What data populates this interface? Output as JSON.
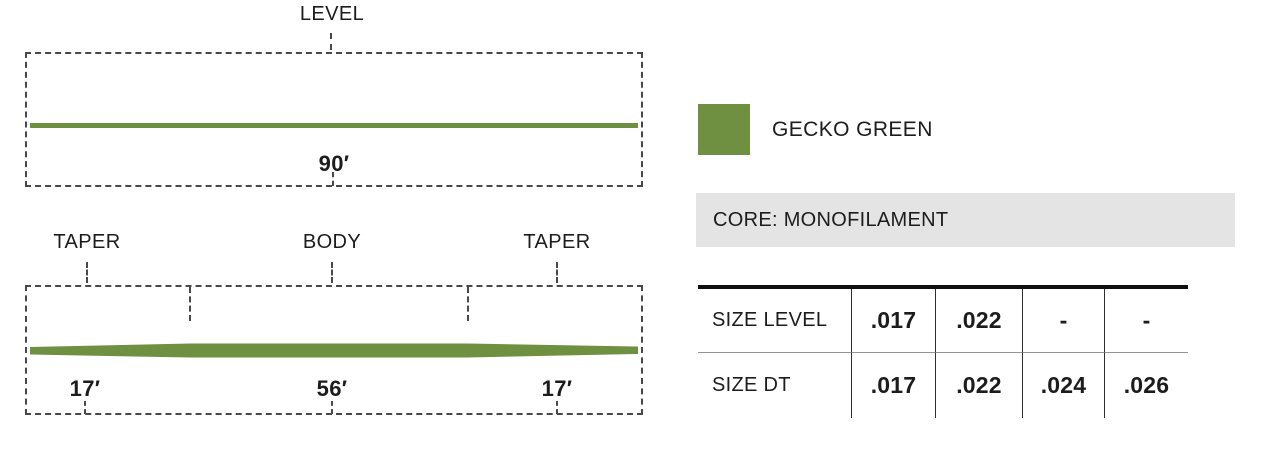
{
  "colors": {
    "line_green": "#6e9040",
    "dash_border": "#484848",
    "core_bar_bg": "#e4e4e5",
    "text": "#1c1c1c"
  },
  "level_diagram": {
    "title": "LEVEL",
    "length": "90′"
  },
  "taper_diagram": {
    "sections": [
      {
        "label": "TAPER",
        "length": "17′"
      },
      {
        "label": "BODY",
        "length": "56′"
      },
      {
        "label": "TAPER",
        "length": "17′"
      }
    ]
  },
  "swatch": {
    "label": "GECKO GREEN",
    "color": "#6e9040"
  },
  "core": {
    "text": "CORE: MONOFILAMENT"
  },
  "size_table": {
    "rows": [
      {
        "label": "SIZE LEVEL",
        "values": [
          ".017",
          ".022",
          "-",
          "-"
        ]
      },
      {
        "label": "SIZE DT",
        "values": [
          ".017",
          ".022",
          ".024",
          ".026"
        ]
      }
    ]
  }
}
